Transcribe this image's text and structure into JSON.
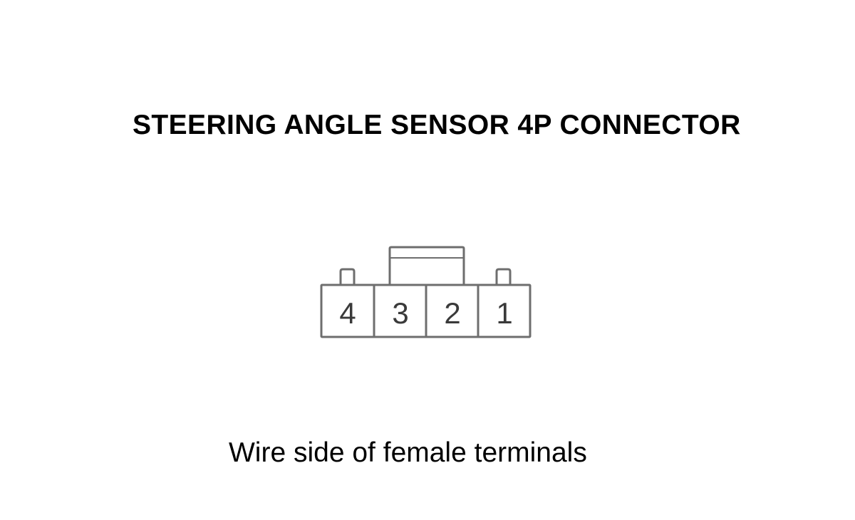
{
  "title": "STEERING ANGLE SENSOR 4P CONNECTOR",
  "caption": "Wire side of female terminals",
  "connector": {
    "pins": [
      "4",
      "3",
      "2",
      "1"
    ]
  },
  "colors": {
    "line": "#6e6e6e",
    "text": "#000000"
  }
}
